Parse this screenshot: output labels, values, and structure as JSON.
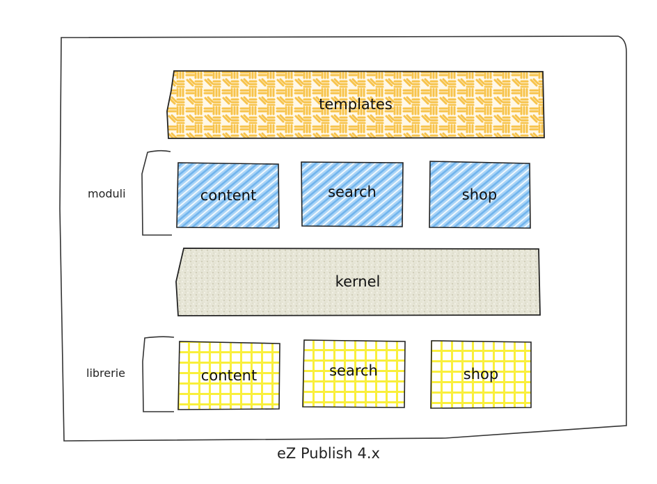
{
  "diagram": {
    "title": "eZ Publish 4.x",
    "layers": {
      "templates": {
        "label": "templates",
        "fill": "#f7c34b"
      },
      "moduli": {
        "group_label": "moduli",
        "fill": "#7cbcf0",
        "items": [
          {
            "label": "content"
          },
          {
            "label": "search"
          },
          {
            "label": "shop"
          }
        ]
      },
      "kernel": {
        "label": "kernel",
        "fill": "#dcdccb"
      },
      "librerie": {
        "group_label": "librerie",
        "fill": "#fbf03a",
        "items": [
          {
            "label": "content"
          },
          {
            "label": "search"
          },
          {
            "label": "shop"
          }
        ]
      }
    }
  }
}
